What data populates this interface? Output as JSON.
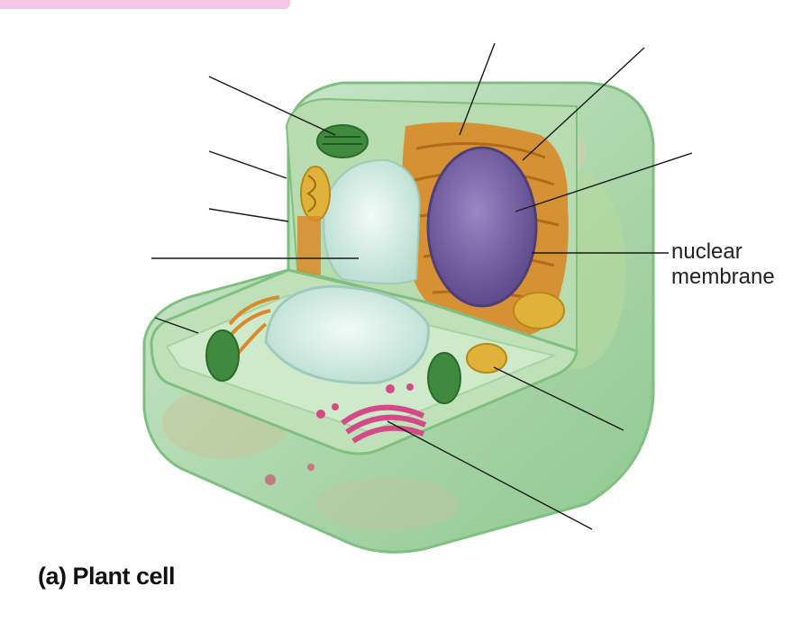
{
  "labels": {
    "nuclear_membrane_line1": "nuclear",
    "nuclear_membrane_line2": "membrane"
  },
  "caption": "(a) Plant cell",
  "colors": {
    "cell_wall": "#a9d8a1",
    "cytoplasm": "#c9e8c6",
    "nucleus": "#7d68a9",
    "chloroplast": "#3f8a3f",
    "mitochondrion": "#e0b23a",
    "er": "#d98a2a",
    "golgi": "#d44a86",
    "vacuole": "#d8eee6",
    "tab": "#f6c6e4"
  }
}
